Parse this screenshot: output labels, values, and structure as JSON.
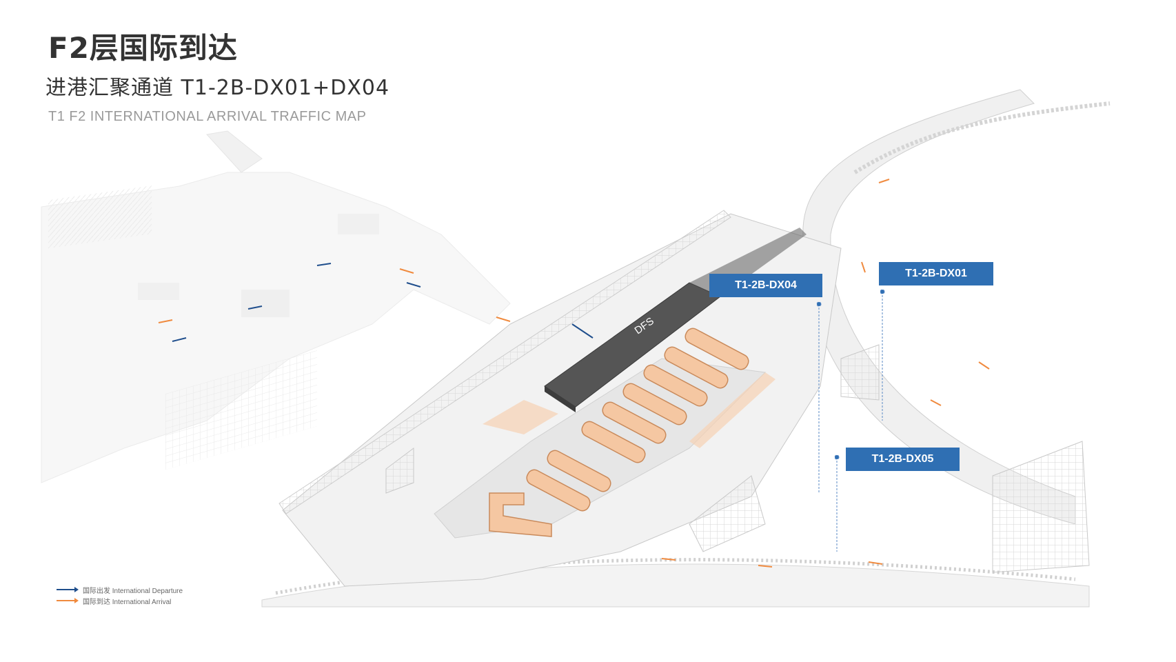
{
  "header": {
    "title": "F2层国际到达",
    "subtitle": "进港汇聚通道 T1-2B-DX01+DX04",
    "english_title": "T1 F2 INTERNATIONAL ARRIVAL TRAFFIC MAP"
  },
  "map": {
    "dfs_label": "DFS",
    "labels": [
      {
        "id": "dx04",
        "text": "T1-2B-DX04"
      },
      {
        "id": "dx01",
        "text": "T1-2B-DX01"
      },
      {
        "id": "dx05",
        "text": "T1-2B-DX05"
      }
    ]
  },
  "legend": {
    "items": [
      {
        "label": "国际出发 International Departure",
        "color": "#1f4e8c"
      },
      {
        "label": "国际到达  International Arrival",
        "color": "#f08a3e"
      }
    ]
  },
  "colors": {
    "label_blue": "#2f6fb3",
    "departure": "#1f4e8c",
    "arrival": "#f08a3e",
    "dfs_block": "#555555",
    "carousel": "#f5c7a2"
  }
}
